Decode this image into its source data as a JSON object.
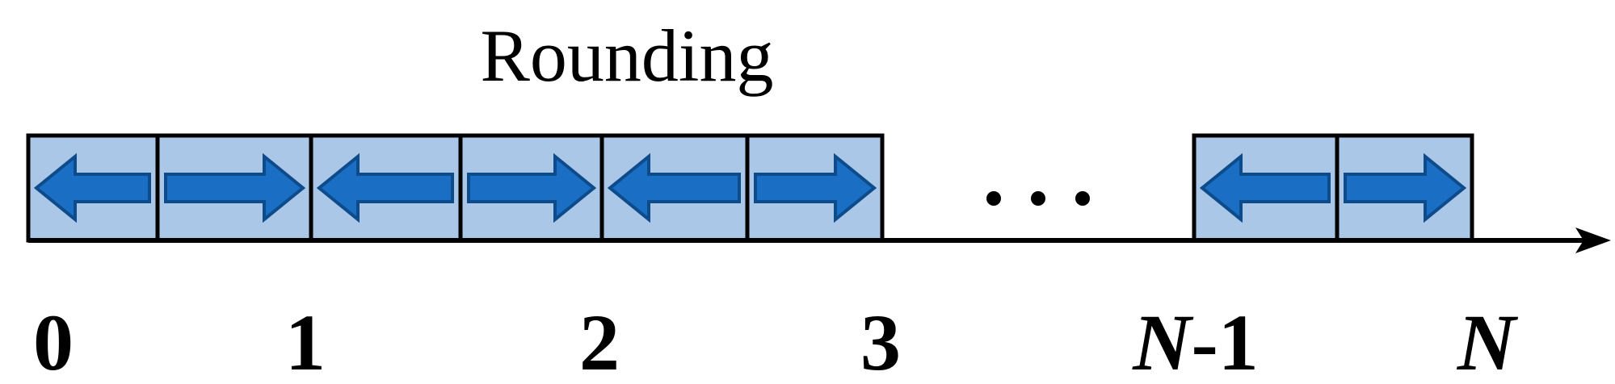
{
  "title": "Rounding",
  "colors": {
    "cell_fill": "#aac7e8",
    "cell_border": "#000000",
    "arrow_fill": "#1a6fc4",
    "arrow_stroke": "#0d4b8a",
    "axis": "#000000"
  },
  "ellipsis": "three-dots",
  "segments": [
    {
      "cells": [
        "left-arrow-icon",
        "right-arrow-icon"
      ]
    },
    {
      "cells": [
        "left-arrow-icon",
        "right-arrow-icon"
      ]
    },
    {
      "cells": [
        "left-arrow-icon",
        "right-arrow-icon"
      ]
    },
    {
      "cells": [
        "left-arrow-icon",
        "right-arrow-icon"
      ]
    }
  ],
  "tick_labels": [
    {
      "italic": "",
      "plain": "0"
    },
    {
      "italic": "",
      "plain": "1"
    },
    {
      "italic": "",
      "plain": "2"
    },
    {
      "italic": "",
      "plain": "3"
    },
    {
      "italic": "N",
      "plain": "-1"
    },
    {
      "italic": "N",
      "plain": ""
    }
  ]
}
